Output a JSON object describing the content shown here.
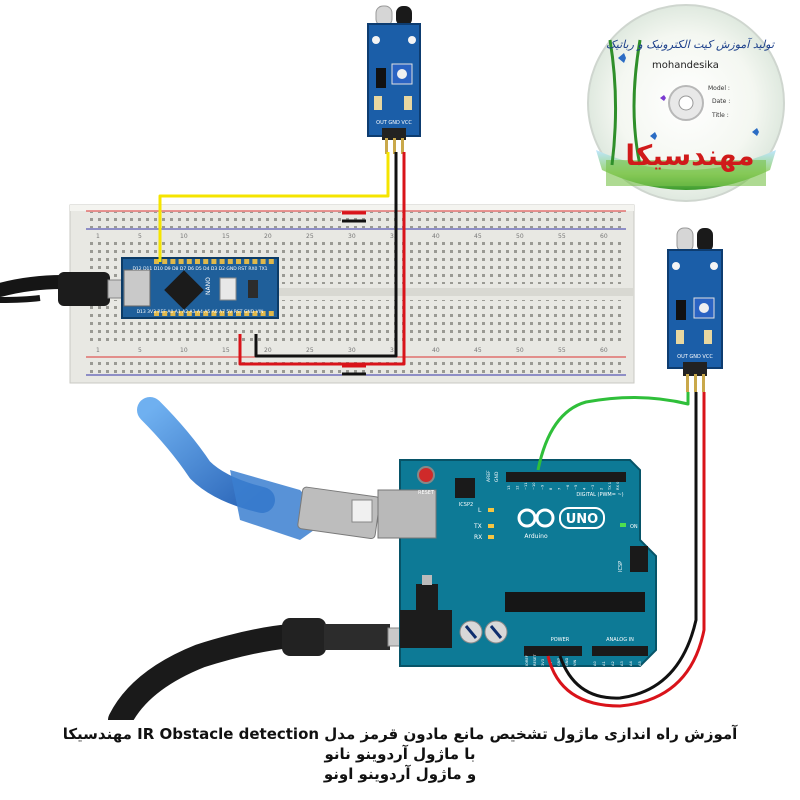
{
  "caption": {
    "line1": "آموزش راه اندازی ماژول تشخیص مانع مادون قرمز مدل  IR Obstacle detection مهندسیکا",
    "line2": "با ماژول آردوینو نانو",
    "line3": "و ماژول آردوینو اونو"
  },
  "cd": {
    "arc_text": "تولید آموزش کیت الکترونیک و رباتیک",
    "brand": "mohandesika",
    "model_label": "Model :",
    "date_label": "Date :",
    "title_label": "Title :",
    "logo_text": "مهندسیکا"
  },
  "uno": {
    "brand": "UNO",
    "sub": "Arduino",
    "reset": "RESET",
    "icsp2": "ICSP2",
    "icsp": "ICSP",
    "digital": "DIGITAL (PWM= ~)",
    "power": "POWER",
    "analog": "ANALOG IN",
    "on": "ON",
    "l": "L",
    "tx": "TX",
    "rx": "RX",
    "aref": "AREF",
    "gnd": "GND",
    "pins_right": "~10",
    "pins_digital": [
      "13",
      "12",
      "~11",
      "~10",
      "~9",
      "8",
      "7",
      "~6",
      "~5",
      "4",
      "~3",
      "2",
      "TX 1",
      "RX 0"
    ],
    "pins_power": [
      "IOREF",
      "RESET",
      "3V3",
      "5V",
      "GND",
      "GND",
      "VIN"
    ],
    "pins_analog": [
      "A0",
      "A1",
      "A2",
      "A3",
      "A4",
      "A5"
    ]
  },
  "nano": {
    "top_pins": "D12 D11 D10 D9 D8 D7 D6 D5 D4 D3 D2 GND RST RX0 TX1",
    "bottom_pins": "D13 3V3 REF A0 A1 A2 A3 A4 A5 A6 A7 5V RST GND VIN",
    "label": "NANO"
  },
  "ir_sensor": {
    "pin_label": "OUT GND VCC"
  },
  "breadboard": {
    "row_numbers": [
      "1",
      "5",
      "10",
      "15",
      "20",
      "25",
      "30",
      "35",
      "40",
      "45",
      "50",
      "55",
      "60"
    ]
  },
  "colors": {
    "board_blue": "#1f6ea3",
    "uno_teal": "#0e7c9a",
    "breadboard": "#e9e9e4",
    "wire_yellow": "#f5e400",
    "wire_black": "#111111",
    "wire_red": "#d9131a",
    "wire_green": "#2fbf3a",
    "usb_blue": "#3b7fd0"
  }
}
